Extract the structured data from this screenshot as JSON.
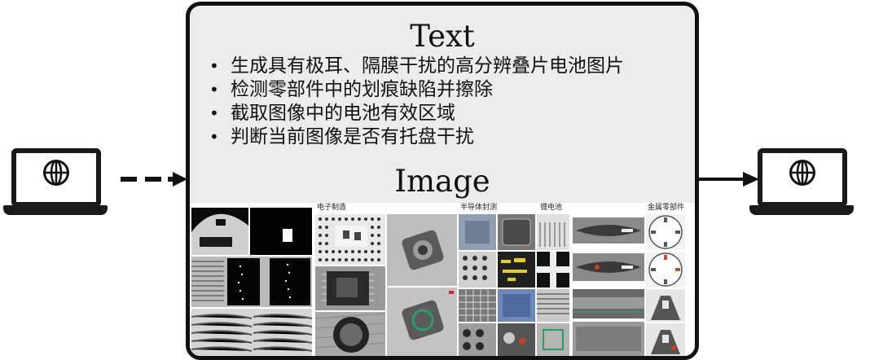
{
  "panel": {
    "text_heading": "Text",
    "tasks": [
      "生成具有极耳、隔膜干扰的高分辨叠片电池图片",
      "检测零部件中的划痕缺陷并擦除",
      "截取图像中的电池有效区域",
      "判断当前图像是否有托盘干扰"
    ],
    "image_heading": "Image"
  },
  "mosaic": {
    "categories": [
      "电子制造",
      "半导体封测",
      "锂电池",
      "金属零部件"
    ]
  },
  "icons": {
    "left_laptop": "laptop-globe-icon",
    "right_laptop": "laptop-globe-icon",
    "input_arrow": "dashed-arrow-icon",
    "output_arrow": "solid-arrow-icon"
  },
  "colors": {
    "panel_bg": "#ececec",
    "border": "#111111"
  }
}
